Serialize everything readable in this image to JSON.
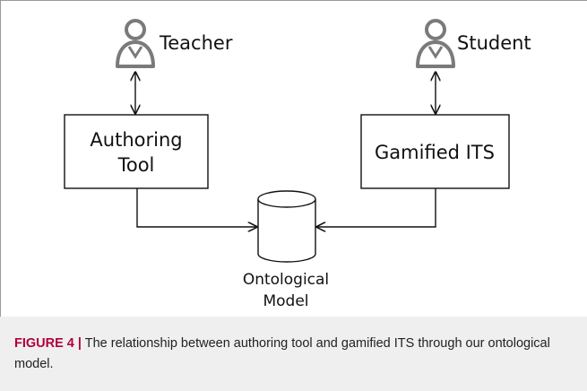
{
  "diagram": {
    "actors": [
      {
        "id": "teacher",
        "label": "Teacher"
      },
      {
        "id": "student",
        "label": "Student"
      }
    ],
    "boxes": [
      {
        "id": "authoring",
        "lines": [
          "Authoring",
          "Tool"
        ]
      },
      {
        "id": "its",
        "lines": [
          "Gamified ITS"
        ]
      }
    ],
    "database": {
      "lines": [
        "Ontological",
        "Model"
      ]
    }
  },
  "caption": {
    "label": "FIGURE 4 |",
    "text": " The relationship between authoring tool and gamified ITS through our ontological model."
  },
  "colors": {
    "caption_bg": "#efefef",
    "caption_label": "#b0003a",
    "stroke": "#111111",
    "icon_gray": "#7a7a7a"
  }
}
